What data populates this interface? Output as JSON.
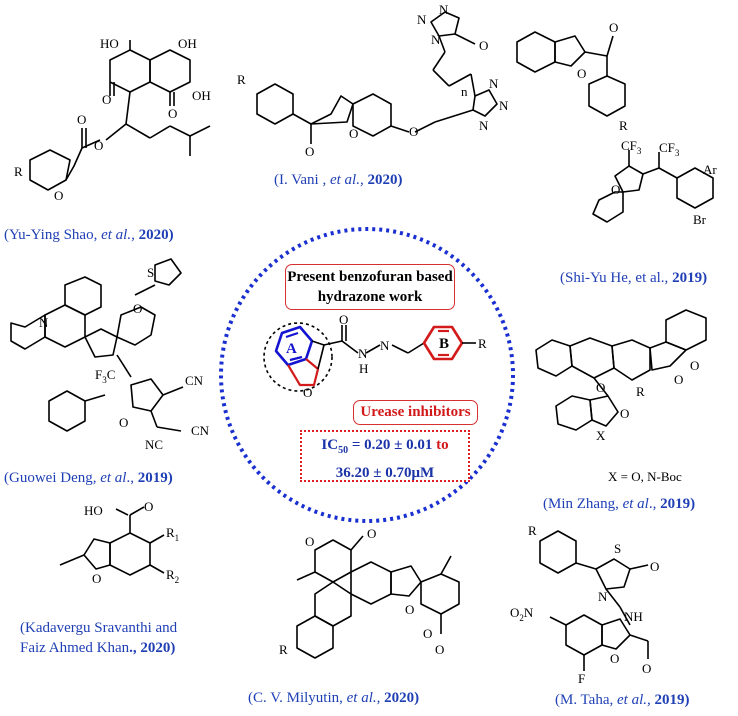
{
  "center": {
    "title_line1": "Present benzofuran based",
    "title_line2": "hydrazone work",
    "ring_a": "A",
    "ring_b": "B",
    "substituent_r": "R",
    "nh": "H",
    "n": "N",
    "o": "O",
    "urease_label": "Urease inhibitors",
    "ic50_prefix": "IC",
    "ic50_sub": "50",
    "ic50_value": " = 0.20 ± 0.01",
    "ic50_to": "to",
    "ic50_value2": "36.20 ± 0.70μM"
  },
  "citations": {
    "shao": {
      "name": "(Yu-Ying Shao, ",
      "etal": "et al.,",
      "year": "2020)"
    },
    "vani": {
      "name": "(I. Vani , ",
      "etal": "et al.,",
      "year": "2020)"
    },
    "he": {
      "name": "(Shi-Yu He, et al., ",
      "year": "2019)"
    },
    "deng": {
      "name": "(Guowei Deng, ",
      "etal": "et al",
      "sep": "., ",
      "year": "2019)"
    },
    "zhang": {
      "name": "(Min Zhang, ",
      "etal": "et al",
      "sep": "., ",
      "year": "2019)"
    },
    "sravanthi1": "(Kadavergu Sravanthi and",
    "sravanthi2": {
      "name": "Faiz Ahmed Khan",
      "year": "., 2020)"
    },
    "milyutin": {
      "name": "(C. V. Milyutin, ",
      "etal": "et al.,",
      "year": "2020)"
    },
    "taha": {
      "name": "(M. Taha, ",
      "etal": "et al.,",
      "year": "2019)"
    }
  },
  "labels": {
    "x_note": "X = O, N-Boc",
    "ho": "HO",
    "oh": "OH",
    "o": "O",
    "r": "R",
    "n_sub": "n",
    "cf3": "CF",
    "three": "3",
    "ar": "Ar",
    "br": "Br",
    "s": "S",
    "cn": "CN",
    "nc": "NC",
    "f3c": "F",
    "x": "X",
    "r1": "R",
    "r1_sub": "1",
    "r2": "R",
    "r2_sub": "2",
    "no2": "O",
    "no2_n": "N",
    "f": "F",
    "nh": "NH",
    "n": "N"
  },
  "colors": {
    "citation": "#1f3fb5",
    "accent_red": "#d31a1a",
    "ring_blue": "#1414d0",
    "circle": "#1a2fd0"
  }
}
